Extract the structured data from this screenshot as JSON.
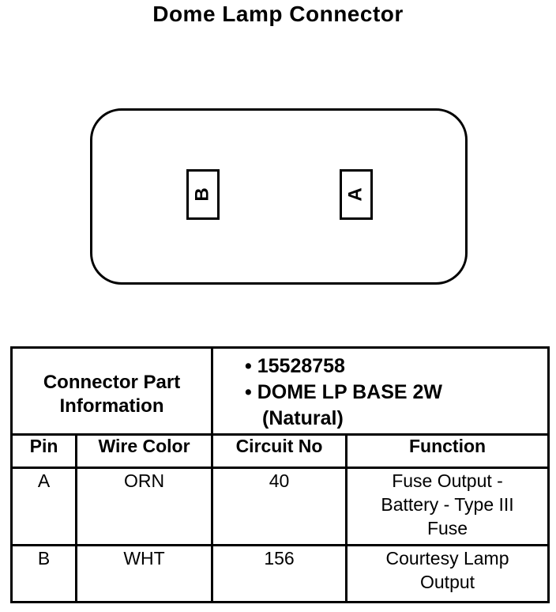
{
  "title": "Dome Lamp Connector",
  "connector": {
    "pin_b_label": "B",
    "pin_a_label": "A"
  },
  "table": {
    "part_info_label_line1": "Connector Part",
    "part_info_label_line2": "Information",
    "part_bullet": "•",
    "part_number": "15528758",
    "part_name": "DOME LP BASE 2W",
    "part_color": "(Natural)",
    "headers": [
      "Pin",
      "Wire Color",
      "Circuit No",
      "Function"
    ],
    "rows": [
      {
        "pin": "A",
        "wire_color": "ORN",
        "circuit": "40",
        "function_lines": [
          "Fuse Output -",
          "Battery - Type III",
          "Fuse"
        ]
      },
      {
        "pin": "B",
        "wire_color": "WHT",
        "circuit": "156",
        "function_lines": [
          "Courtesy Lamp",
          "Output"
        ]
      }
    ]
  }
}
